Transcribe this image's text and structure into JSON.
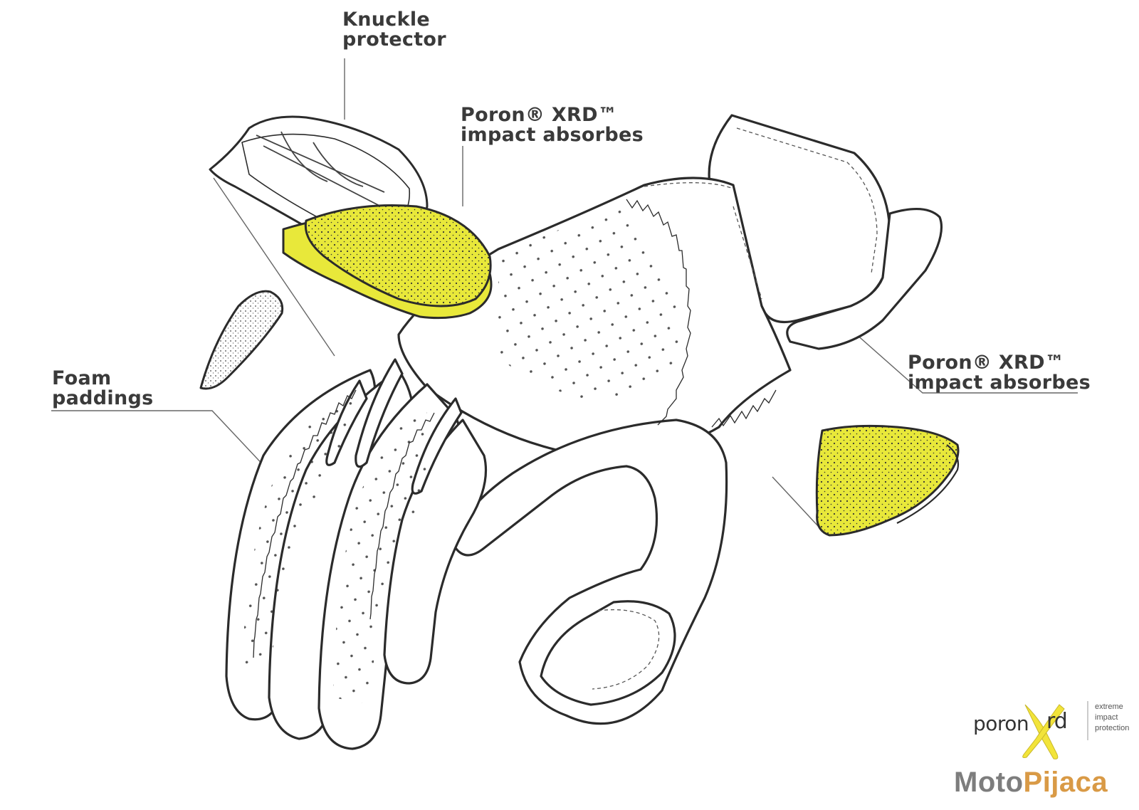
{
  "labels": {
    "knuckle": {
      "line1": "Knuckle",
      "line2": "protector"
    },
    "poron_top": {
      "line1": "Poron® XRD™",
      "line2": "impact absorbes"
    },
    "poron_right": {
      "line1": "Poron® XRD™",
      "line2": "impact absorbes"
    },
    "foam": {
      "line1": "Foam",
      "line2": "paddings"
    }
  },
  "logo": {
    "poron": "poron",
    "xrd": "rd",
    "tagline": [
      "extreme",
      "impact",
      "protection"
    ]
  },
  "brand": {
    "part1": "Moto",
    "part2": "Pijaca"
  },
  "colors": {
    "foam_yellow": "#e8e83a",
    "outline": "#2b2b2b",
    "leader": "#555555",
    "text": "#3a3a3a",
    "brand_gray": "#7d7d7d",
    "brand_orange": "#d99a46",
    "xrd_yellow": "#f2e43a"
  }
}
